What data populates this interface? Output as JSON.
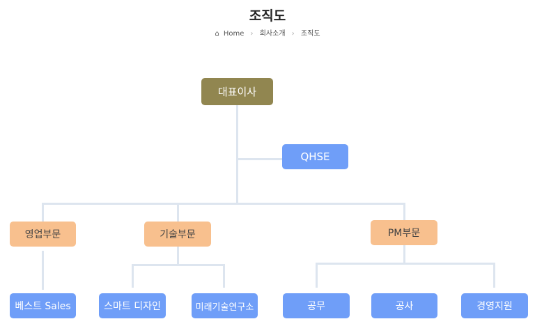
{
  "page": {
    "title": "조직도"
  },
  "breadcrumb": {
    "home": "Home",
    "items": [
      "회사소개",
      "조직도"
    ]
  },
  "org": {
    "ceo": "대표이사",
    "qhse": "QHSE",
    "divisions": [
      "영업부문",
      "기술부문",
      "PM부문"
    ],
    "teams": [
      "베스트 Sales",
      "스마트 디자인",
      "미래기술연구소",
      "공무",
      "공사",
      "경영지원"
    ]
  },
  "colors": {
    "ceo": "#918650",
    "division": "#f8c08e",
    "team": "#6f9ef8",
    "line": "#dde5ef"
  }
}
